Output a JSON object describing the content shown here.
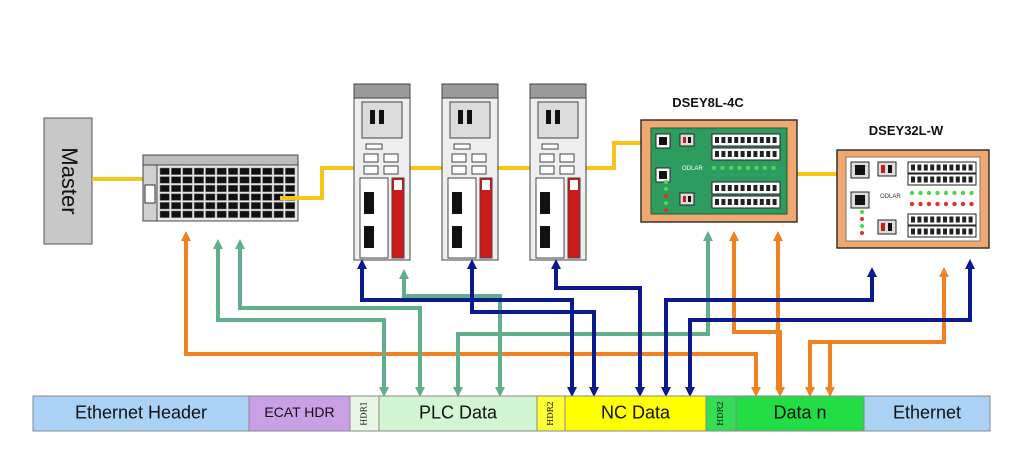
{
  "master": {
    "label": "Master"
  },
  "modules": [
    {
      "label": "DSEY8L-4C",
      "brand": "ODLAR"
    },
    {
      "label": "DSEY32L-W",
      "brand": "ODLAR"
    }
  ],
  "frame": {
    "segments": [
      {
        "label": "Ethernet Header",
        "color": "#a9d2f5"
      },
      {
        "label": "ECAT HDR",
        "color": "#c9a0e6"
      },
      {
        "label": "HDR1",
        "color": "#e8f7e4"
      },
      {
        "label": "PLC Data",
        "color": "#d2f5d2"
      },
      {
        "label": "HDR2",
        "color": "#ffff33"
      },
      {
        "label": "NC Data",
        "color": "#ffff00"
      },
      {
        "label": "HDR2",
        "color": "#33dd55"
      },
      {
        "label": "Data n",
        "color": "#22dd44"
      },
      {
        "label": "Ethernet",
        "color": "#a9d2f5"
      }
    ]
  },
  "colors": {
    "cable": "#f5c518",
    "orange_arrow": "#f08020",
    "green_arrow": "#5fb08a",
    "blue_arrow": "#0a1a8c",
    "module_border": "#e8a26a",
    "board_green": "#2e9c5e"
  }
}
